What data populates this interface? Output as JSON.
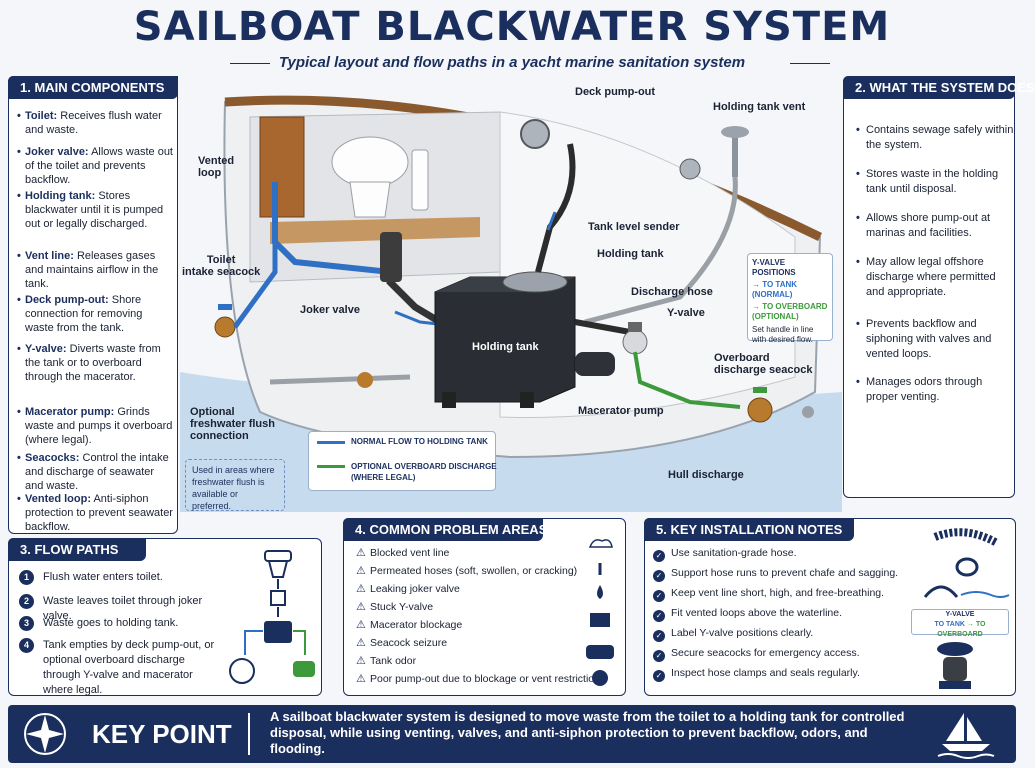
{
  "header": {
    "title": "SAILBOAT BLACKWATER SYSTEM",
    "subtitle": "Typical layout and flow paths in a yacht marine sanitation system"
  },
  "main_components": {
    "heading": "1. MAIN COMPONENTS",
    "items": [
      {
        "name": "Toilet:",
        "desc": "Receives flush water and waste."
      },
      {
        "name": "Joker valve:",
        "desc": "Allows waste out of the toilet and prevents backflow."
      },
      {
        "name": "Holding tank:",
        "desc": "Stores blackwater until it is pumped out or legally discharged."
      },
      {
        "name": "Vent line:",
        "desc": "Releases gases and maintains airflow in the tank."
      },
      {
        "name": "Deck pump-out:",
        "desc": "Shore connection for removing waste from the tank."
      },
      {
        "name": "Y-valve:",
        "desc": "Diverts waste from the tank or to overboard through the macerator."
      },
      {
        "name": "Macerator pump:",
        "desc": "Grinds waste and pumps it overboard (where legal)."
      },
      {
        "name": "Seacocks:",
        "desc": "Control the intake and discharge of seawater and waste."
      },
      {
        "name": "Vented loop:",
        "desc": "Anti-siphon protection to prevent seawater backflow."
      }
    ]
  },
  "what_it_does": {
    "heading": "2. WHAT THE SYSTEM DOES",
    "items": [
      "Contains sewage safely within the system.",
      "Stores waste in the holding tank until disposal.",
      "Allows shore pump-out at marinas and facilities.",
      "May allow legal offshore discharge where permitted and appropriate.",
      "Prevents backflow and siphoning with valves and vented loops.",
      "Manages odors through proper venting."
    ]
  },
  "diagram_labels": {
    "deck_pumpout": "Deck pump-out",
    "tank_vent": "Holding tank vent",
    "vented_loop": "Vented\nloop",
    "toilet_intake": "Toilet\nintake seacock",
    "joker_valve": "Joker valve",
    "tank_level": "Tank level sender",
    "holding_tank": "Holding tank",
    "tank_body": "Holding tank",
    "discharge_hose": "Discharge hose",
    "y_valve": "Y-valve",
    "overboard_seacock": "Overboard\ndischarge seacock",
    "macerator": "Macerator pump",
    "freshwater": "Optional\nfreshwater flush\nconnection",
    "hull_discharge": "Hull discharge"
  },
  "yvalve_box": {
    "title": "Y-VALVE POSITIONS",
    "tank": "→ TO TANK\n(NORMAL)",
    "overboard": "→ TO OVERBOARD\n(OPTIONAL)",
    "note": "Set handle in line\nwith desired flow."
  },
  "flow_legend": {
    "normal": "NORMAL FLOW TO HOLDING TANK",
    "optional": "OPTIONAL OVERBOARD DISCHARGE\n(WHERE LEGAL)"
  },
  "freshwater_note": "Used in areas where freshwater flush is available or preferred.",
  "flow_paths": {
    "heading": "3. FLOW PATHS",
    "steps": [
      {
        "n": "1",
        "text": "Flush water enters toilet."
      },
      {
        "n": "2",
        "text": "Waste leaves toilet through joker valve."
      },
      {
        "n": "3",
        "text": "Waste goes to holding tank."
      },
      {
        "n": "4",
        "text": "Tank empties by deck pump-out, or optional overboard discharge through Y-valve and macerator where legal."
      }
    ]
  },
  "problems": {
    "heading": "4. COMMON PROBLEM AREAS",
    "items": [
      "Blocked vent line",
      "Permeated hoses (soft, swollen, or cracking)",
      "Leaking joker valve",
      "Stuck Y-valve",
      "Macerator blockage",
      "Seacock seizure",
      "Tank odor",
      "Poor pump-out due to blockage or vent restriction"
    ]
  },
  "install_notes": {
    "heading": "5. KEY INSTALLATION NOTES",
    "items": [
      "Use sanitation-grade hose.",
      "Support hose runs to prevent chafe and sagging.",
      "Keep vent line short, high, and free-breathing.",
      "Fit vented loops above the waterline.",
      "Label Y-valve positions clearly.",
      "Secure seacocks for emergency access.",
      "Inspect hose clamps and seals regularly."
    ],
    "yvalve_tag": {
      "title": "Y-VALVE",
      "tank": "TO TANK",
      "overboard": "TO OVERBOARD"
    }
  },
  "key_point": {
    "label": "KEY POINT",
    "text": "A sailboat blackwater system is designed to move waste from the toilet to a holding tank for controlled disposal, while using venting, valves, and anti-siphon protection to prevent backflow, odors, and flooding."
  },
  "colors": {
    "navy": "#1b2f5e",
    "normal_flow": "#2f6fc4",
    "overboard_flow": "#3c9a3c"
  }
}
